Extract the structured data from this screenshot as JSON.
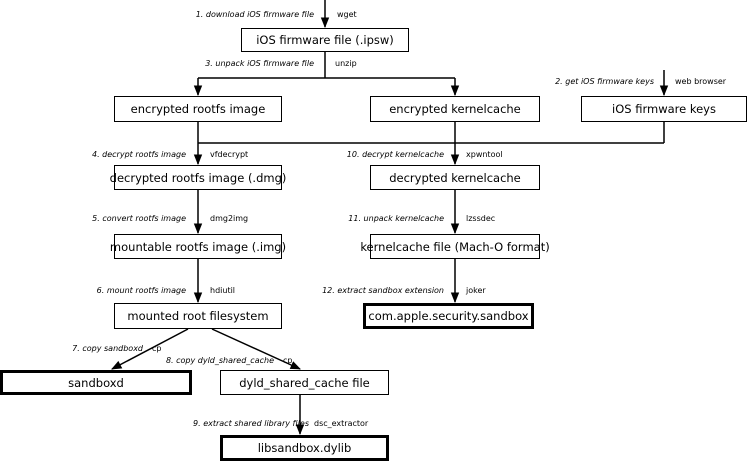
{
  "boxes": {
    "ipsw": "iOS firmware file (.ipsw)",
    "enc_rootfs": "encrypted rootfs image",
    "enc_kernel": "encrypted kernelcache",
    "fw_keys": "iOS firmware keys",
    "dec_rootfs": "decrypted rootfs image (.dmg)",
    "dec_kernel": "decrypted kernelcache",
    "mount_img": "mountable rootfs image (.img)",
    "kernel_file": "kernelcache file (Mach-O format)",
    "mounted": "mounted root filesystem",
    "sandbox_ext": "com.apple.security.sandbox",
    "sandboxd": "sandboxd",
    "dyld": "dyld_shared_cache file",
    "libsandbox": "libsandbox.dylib"
  },
  "steps": {
    "s1": "1. download iOS firmware file",
    "s2": "2. get iOS firmware keys",
    "s3": "3. unpack iOS firmware file",
    "s4": "4. decrypt rootfs image",
    "s5": "5. convert rootfs image",
    "s6": "6. mount rootfs image",
    "s7": "7. copy sandboxd",
    "s8": "8. copy dyld_shared_cache",
    "s9": "9. extract shared library files",
    "s10": "10. decrypt kernelcache",
    "s11": "11. unpack kernelcache",
    "s12": "12. extract sandbox extension"
  },
  "tools": {
    "t1": "wget",
    "t2": "web browser",
    "t3": "unzip",
    "t4": "vfdecrypt",
    "t5": "dmg2img",
    "t6": "hdiutil",
    "t7": "cp",
    "t8": "cp",
    "t9": "dsc_extractor",
    "t10": "xpwntool",
    "t11": "lzssdec",
    "t12": "joker"
  }
}
